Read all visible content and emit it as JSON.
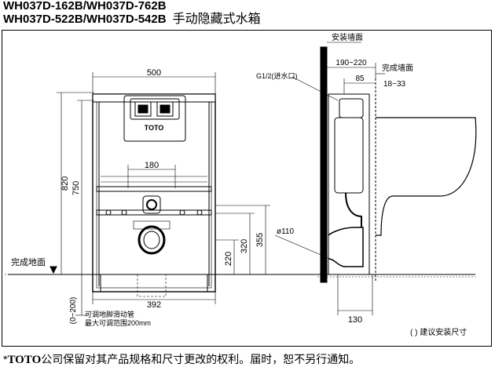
{
  "title": {
    "line1": "WH037D-162B/WH037D-762B",
    "line2_models": "WH037D-522B/WH037D-542B",
    "line2_name": "手动隐藏式水箱"
  },
  "front_view": {
    "width_dim": "500",
    "height_total": "820",
    "height_frame": "750",
    "inner_width": "180",
    "height_355": "355",
    "height_320": "320",
    "height_220": "220",
    "bottom_width": "392",
    "leg_adjust": "(0~200)",
    "floor_label": "完成地面",
    "leg_note_line1": "可调地脚滑动管",
    "leg_note_line2": "最大可调范围200mm",
    "logo": "TOTO"
  },
  "side_view": {
    "wall_label": "安装墙面",
    "depth_range": "190~220",
    "finished_wall": "完成墙面",
    "depth_85": "85",
    "thickness": "18~33",
    "inlet": "G1/2(进水口)",
    "pipe_dia": "ø110",
    "bottom_depth": "130"
  },
  "note": "( ) 建议安装尺寸",
  "footer": {
    "mark": "*",
    "brand": "TOTO",
    "text": "公司保留对其产品规格和尺寸更改的权利。届时，恕不另行通知。"
  }
}
